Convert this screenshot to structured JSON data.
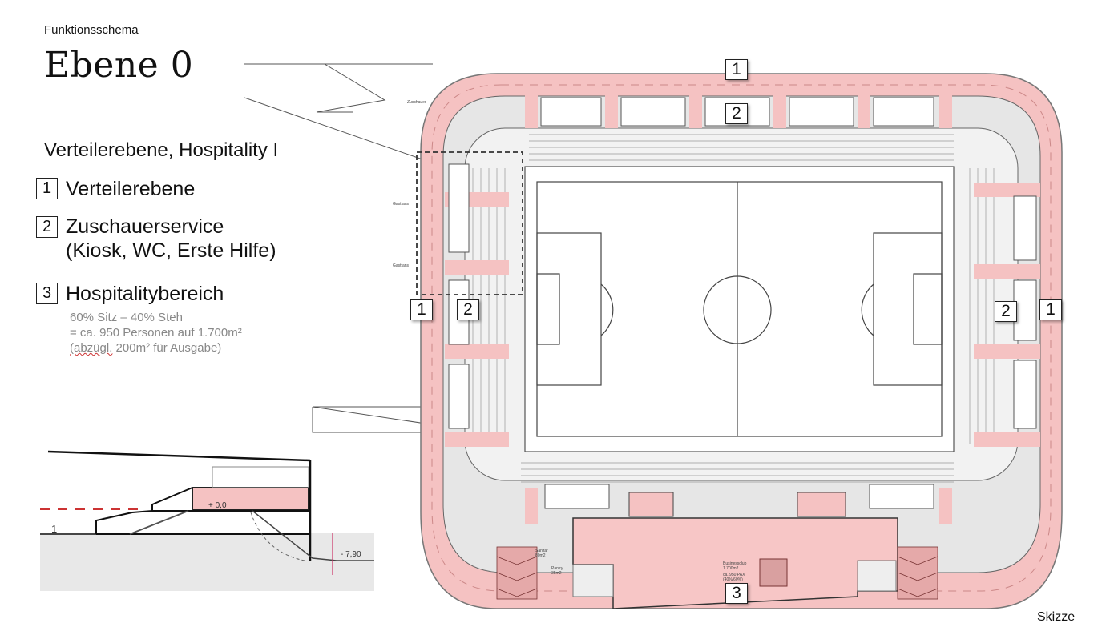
{
  "header": {
    "kicker": "Funktionsschema",
    "title": "Ebene 0",
    "subtitle": "Verteilerebene, Hospitality I"
  },
  "legend": [
    {
      "num": "1",
      "label": "Verteilerebene"
    },
    {
      "num": "2",
      "label": "Zuschauerservice",
      "label2": "(Kiosk, WC, Erste Hilfe)"
    },
    {
      "num": "3",
      "label": "Hospitalitybereich"
    }
  ],
  "notes": {
    "line1": "60% Sitz – 40% Steh",
    "line2": "= ca. 950 Personen auf 1.700m²",
    "line3_a": "(abzügl.",
    "line3_b": " 200m² für Ausgabe)"
  },
  "section": {
    "level_top": "+ 0,0",
    "level_bottom": "- 7,90",
    "marker": "1"
  },
  "plan": {
    "labels": {
      "zuschauer": "Zuschauer",
      "gastfans": "Gastfans",
      "sanitaer": "Sanitär",
      "sanitaer_area": "80m2",
      "pantry": "Pantry",
      "pantry_area": "35m2",
      "business": "Businessclub",
      "business_area": "1.700m2",
      "business_pax": "ca. 950 PAX",
      "business_ratio": "(40%/60%)"
    },
    "markers": {
      "top1": "1",
      "top2": "2",
      "left1": "1",
      "left2": "2",
      "right2": "2",
      "right1": "1",
      "bottom3": "3"
    }
  },
  "footer": {
    "label": "Skizze"
  },
  "colors": {
    "pink": "#f5c2c2",
    "pink_dark": "#e9a7a7"
  }
}
